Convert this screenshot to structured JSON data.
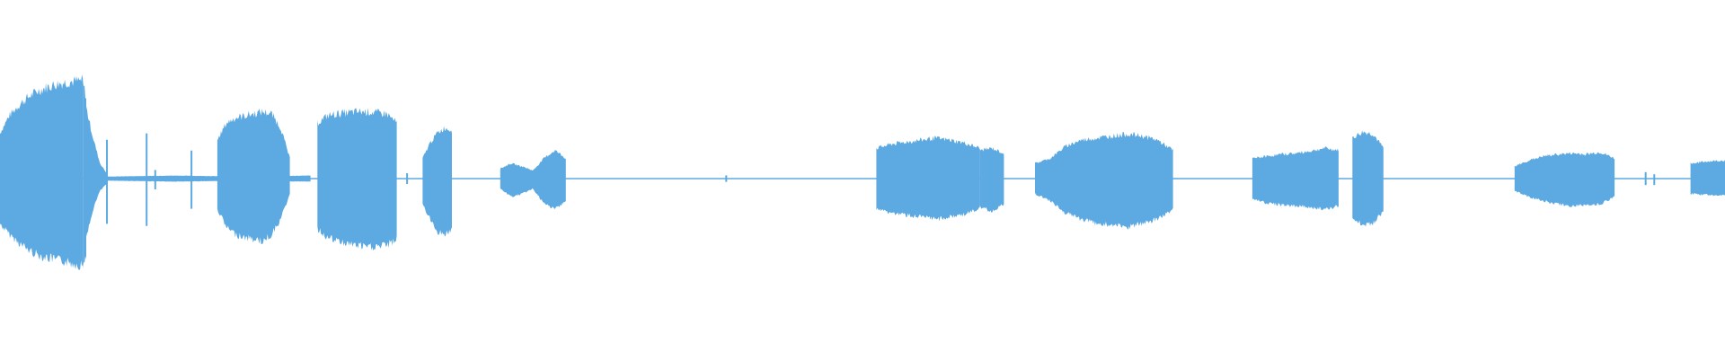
{
  "waveform": {
    "color": "#5DA9E1",
    "background": "#FFFFFF",
    "amplitude_scale": 1.0,
    "segments": [
      {
        "start": 0.0,
        "end": 0.048,
        "up": [
          0.45,
          0.62,
          0.72,
          0.8,
          0.86,
          0.9,
          0.93,
          0.95,
          0.96,
          0.97
        ],
        "down": [
          0.45,
          0.55,
          0.63,
          0.7,
          0.75,
          0.78,
          0.8,
          0.82,
          0.84,
          0.86
        ]
      },
      {
        "start": 0.048,
        "end": 0.05,
        "up": [
          0.95,
          0.8
        ],
        "down": [
          0.86,
          0.75
        ]
      },
      {
        "start": 0.05,
        "end": 0.062,
        "up": [
          0.7,
          0.4,
          0.15,
          0.05
        ],
        "down": [
          0.6,
          0.3,
          0.12,
          0.05
        ]
      },
      {
        "start": 0.062,
        "end": 0.18,
        "up": [
          0.02,
          0.03,
          0.02,
          0.03
        ],
        "down": [
          0.02,
          0.03,
          0.02,
          0.03
        ]
      },
      {
        "start": 0.126,
        "end": 0.168,
        "up": [
          0.38,
          0.55,
          0.6,
          0.62,
          0.64,
          0.66,
          0.64,
          0.5,
          0.2
        ],
        "down": [
          0.3,
          0.48,
          0.55,
          0.58,
          0.6,
          0.62,
          0.55,
          0.4,
          0.15
        ]
      },
      {
        "start": 0.184,
        "end": 0.23,
        "up": [
          0.55,
          0.62,
          0.64,
          0.65,
          0.66,
          0.66,
          0.65,
          0.64,
          0.55
        ],
        "down": [
          0.5,
          0.58,
          0.62,
          0.64,
          0.66,
          0.68,
          0.67,
          0.66,
          0.6
        ]
      },
      {
        "start": 0.245,
        "end": 0.262,
        "up": [
          0.2,
          0.35,
          0.45,
          0.5,
          0.48
        ],
        "down": [
          0.25,
          0.4,
          0.52,
          0.55,
          0.5
        ]
      },
      {
        "start": 0.29,
        "end": 0.328,
        "up": [
          0.1,
          0.15,
          0.12,
          0.08,
          0.2,
          0.28,
          0.2
        ],
        "down": [
          0.1,
          0.18,
          0.15,
          0.1,
          0.25,
          0.3,
          0.22
        ]
      },
      {
        "start": 0.508,
        "end": 0.568,
        "up": [
          0.3,
          0.34,
          0.36,
          0.38,
          0.4,
          0.38,
          0.35,
          0.3
        ],
        "down": [
          0.3,
          0.34,
          0.36,
          0.38,
          0.4,
          0.38,
          0.35,
          0.3
        ]
      },
      {
        "start": 0.568,
        "end": 0.582,
        "up": [
          0.28,
          0.3,
          0.25
        ],
        "down": [
          0.28,
          0.32,
          0.25
        ]
      },
      {
        "start": 0.6,
        "end": 0.68,
        "up": [
          0.15,
          0.2,
          0.32,
          0.38,
          0.4,
          0.42,
          0.44,
          0.42,
          0.38,
          0.28
        ],
        "down": [
          0.15,
          0.22,
          0.34,
          0.4,
          0.44,
          0.46,
          0.48,
          0.45,
          0.4,
          0.3
        ]
      },
      {
        "start": 0.726,
        "end": 0.776,
        "up": [
          0.2,
          0.22,
          0.24,
          0.25,
          0.27,
          0.3,
          0.28
        ],
        "down": [
          0.2,
          0.24,
          0.26,
          0.27,
          0.28,
          0.3,
          0.27
        ]
      },
      {
        "start": 0.784,
        "end": 0.802,
        "up": [
          0.4,
          0.46,
          0.44,
          0.3
        ],
        "down": [
          0.4,
          0.45,
          0.44,
          0.32
        ]
      },
      {
        "start": 0.878,
        "end": 0.936,
        "up": [
          0.12,
          0.18,
          0.22,
          0.24,
          0.25,
          0.24,
          0.26,
          0.2
        ],
        "down": [
          0.12,
          0.18,
          0.22,
          0.25,
          0.27,
          0.26,
          0.25,
          0.18
        ]
      },
      {
        "start": 0.98,
        "end": 1.0,
        "up": [
          0.15,
          0.17,
          0.18
        ],
        "down": [
          0.15,
          0.16,
          0.17
        ]
      }
    ],
    "spikes": [
      {
        "pos": 0.062,
        "up": 0.36,
        "down": 0.42
      },
      {
        "pos": 0.085,
        "up": 0.42,
        "down": 0.44
      },
      {
        "pos": 0.09,
        "up": 0.08,
        "down": 0.1
      },
      {
        "pos": 0.111,
        "up": 0.26,
        "down": 0.28
      },
      {
        "pos": 0.236,
        "up": 0.05,
        "down": 0.05
      },
      {
        "pos": 0.421,
        "up": 0.03,
        "down": 0.03
      },
      {
        "pos": 0.954,
        "up": 0.06,
        "down": 0.06
      },
      {
        "pos": 0.959,
        "up": 0.04,
        "down": 0.06
      }
    ]
  }
}
